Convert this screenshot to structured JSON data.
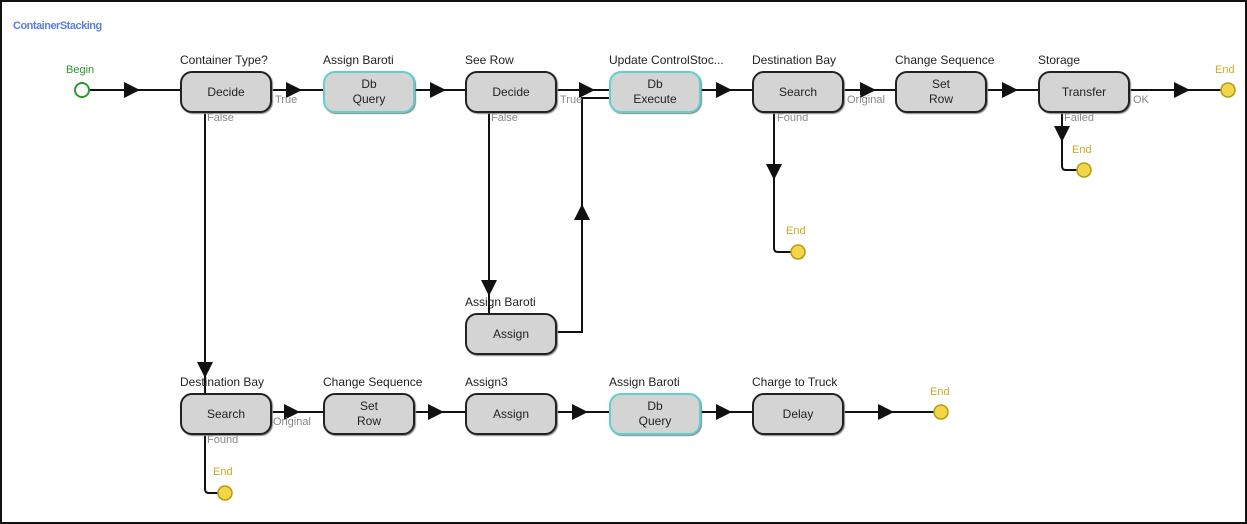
{
  "title": "ContainerStacking",
  "begin_label": "Begin",
  "end_label": "End",
  "nodes": [
    {
      "caption": "Container Type?",
      "l1": "Decide",
      "l2": ""
    },
    {
      "caption": "Assign Baroti",
      "l1": "Db",
      "l2": "Query"
    },
    {
      "caption": "See Row",
      "l1": "Decide",
      "l2": ""
    },
    {
      "caption": "Update ControlStoc...",
      "l1": "Db",
      "l2": "Execute"
    },
    {
      "caption": "Destination Bay",
      "l1": "Search",
      "l2": ""
    },
    {
      "caption": "Change Sequence",
      "l1": "Set",
      "l2": "Row"
    },
    {
      "caption": "Storage",
      "l1": "Transfer",
      "l2": ""
    },
    {
      "caption": "Assign Baroti",
      "l1": "Assign",
      "l2": ""
    },
    {
      "caption": "Destination Bay",
      "l1": "Search",
      "l2": ""
    },
    {
      "caption": "Change Sequence",
      "l1": "Set",
      "l2": "Row"
    },
    {
      "caption": "Assign3",
      "l1": "Assign",
      "l2": ""
    },
    {
      "caption": "Assign Baroti",
      "l1": "Db",
      "l2": "Query"
    },
    {
      "caption": "Charge to Truck",
      "l1": "Delay",
      "l2": ""
    }
  ],
  "ports": {
    "true": "True",
    "false": "False",
    "found": "Found",
    "original": "Original",
    "ok": "OK",
    "failed": "Failed"
  },
  "colors": {
    "db_border": "#5fd0d0",
    "node_fill": "#d4d4d4",
    "end": "#f2d64a",
    "begin": "#2a9a2a"
  }
}
